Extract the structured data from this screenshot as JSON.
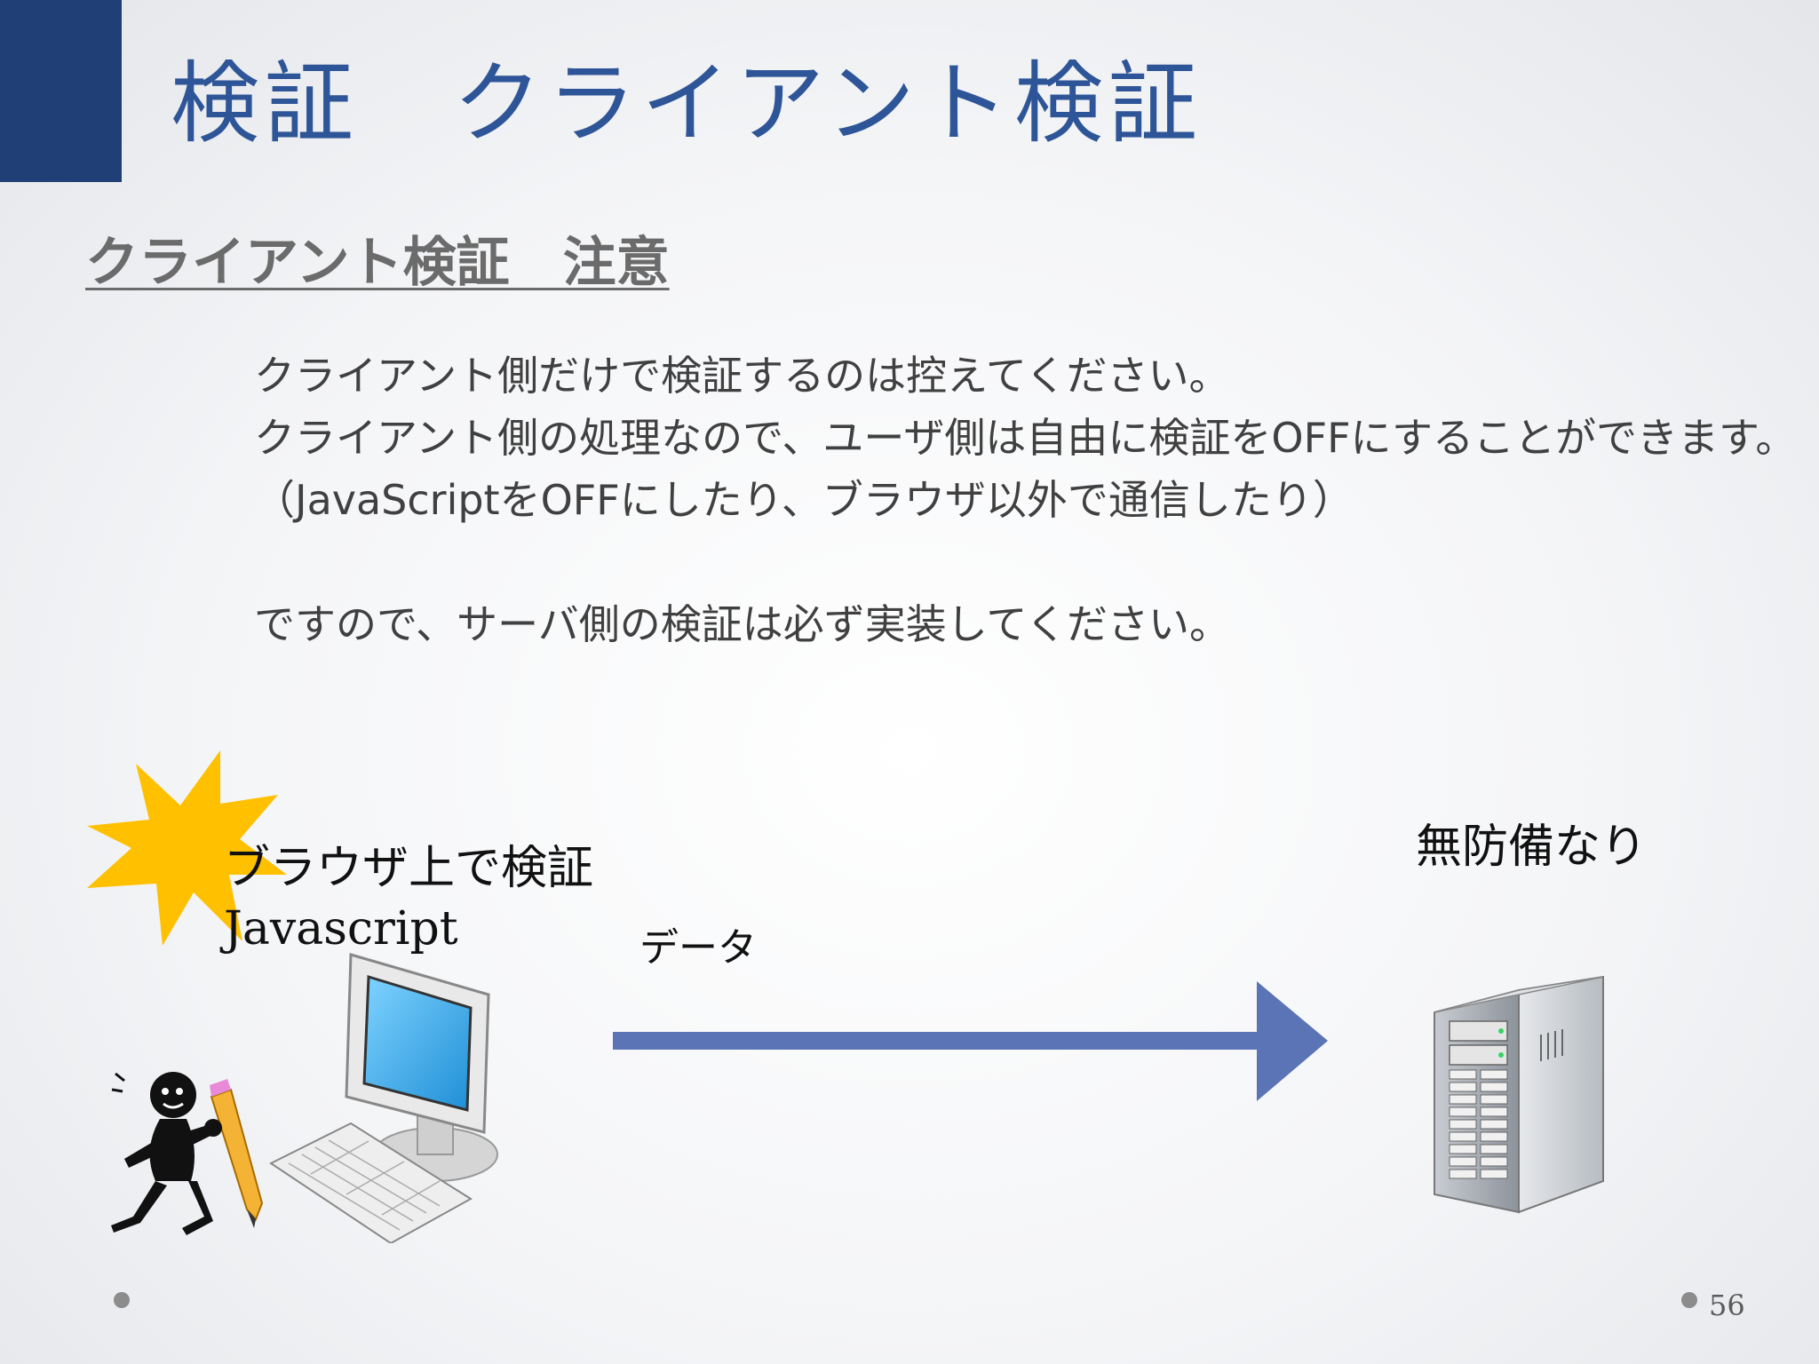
{
  "slide": {
    "title": "検証　クライアント検証",
    "section_heading": "クライアント検証　注意",
    "body_lines": [
      "クライアント側だけで検証するのは控えてください。",
      "クライアント側の処理なので、ユーザ側は自由に検証をOFFにすることができます。",
      "（JavaScriptをOFFにしたり、ブラウザ以外で通信したり）",
      "",
      "ですので、サーバ側の検証は必ず実装してください。"
    ],
    "page_number": "56"
  },
  "diagram": {
    "client_label": "ブラウザ上で検証",
    "client_sublabel": "Javascript",
    "arrow_label": "データ",
    "server_label": "無防備なり",
    "arrow_color": "#5b74b5",
    "starburst_color": "#ffc000",
    "icons": [
      "starburst-icon",
      "computer-icon",
      "person-with-pencil-icon",
      "server-icon"
    ]
  },
  "theme": {
    "title_color": "#2e5597",
    "accent_block_color": "#1f3f76"
  }
}
